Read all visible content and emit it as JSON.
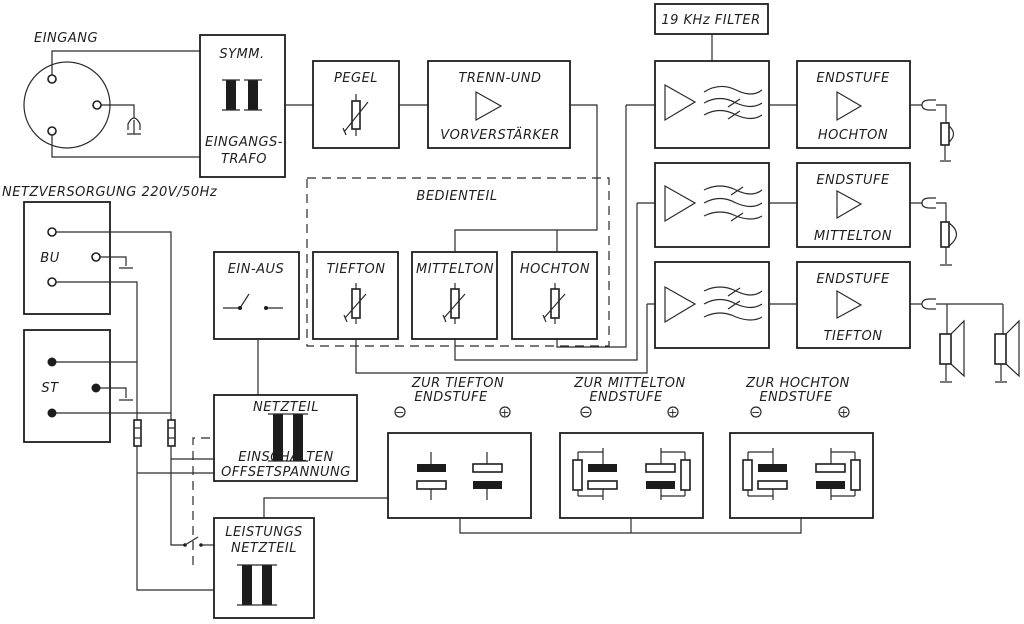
{
  "input": {
    "label": "EINGANG",
    "transformer_title": "SYMM.",
    "transformer_sub": [
      "EINGANGS-",
      "TRAFO"
    ]
  },
  "signal_chain": {
    "level": "PEGEL",
    "preamp_top": "TRENN-UND",
    "preamp_bottom": "VORVERSTÄRKER",
    "filter_19k": "19 KHz FILTER"
  },
  "control_panel": {
    "title": "BEDIENTEIL",
    "controls": [
      "TIEFTON",
      "MITTELTON",
      "HOCHTON"
    ]
  },
  "power_switch": "EIN-AUS",
  "amplifiers": [
    {
      "title": "ENDSTUFE",
      "band": "HOCHTON",
      "speaker": "tweeter"
    },
    {
      "title": "ENDSTUFE",
      "band": "MITTELTON",
      "speaker": "midrange"
    },
    {
      "title": "ENDSTUFE",
      "band": "TIEFTON",
      "speaker": "woofer-pair"
    }
  ],
  "mains": {
    "title": "NETZVERSORGUNG 220V/50Hz",
    "socket": "BU",
    "plug": "ST"
  },
  "power_supply": {
    "title": "NETZTEIL",
    "sub": [
      "EINSCHALTEN",
      "OFFSETSPANNUNG"
    ]
  },
  "power_amp_supply": {
    "title": [
      "LEISTUNGS",
      "NETZTEIL"
    ]
  },
  "rails": [
    {
      "line1": "ZUR TIEFTON",
      "line2": "ENDSTUFE",
      "minus": "−",
      "plus": "+"
    },
    {
      "line1": "ZUR MITTELTON",
      "line2": "ENDSTUFE",
      "minus": "−",
      "plus": "+"
    },
    {
      "line1": "ZUR HOCHTON",
      "line2": "ENDSTUFE",
      "minus": "−",
      "plus": "+"
    }
  ]
}
